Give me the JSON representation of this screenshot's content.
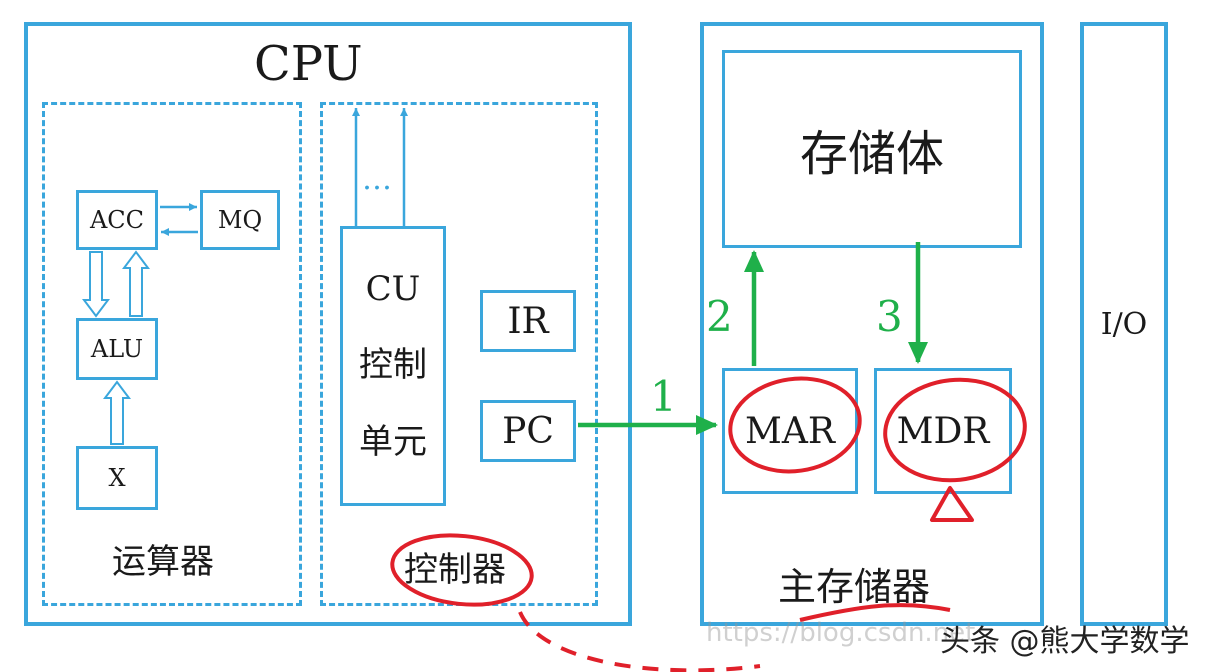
{
  "cpu": {
    "title": "CPU",
    "alu_group": {
      "label": "运算器",
      "acc": "ACC",
      "mq": "MQ",
      "alu": "ALU",
      "x": "X"
    },
    "control_group": {
      "label": "控制器",
      "dots": "…",
      "cu_line1": "CU",
      "cu_line2": "控制",
      "cu_line3": "单元",
      "ir": "IR",
      "pc": "PC"
    }
  },
  "memory": {
    "label": "主存储器",
    "storage": "存储体",
    "mar": "MAR",
    "mdr": "MDR"
  },
  "io": {
    "label": "I/O"
  },
  "arrows": {
    "step1": "1",
    "step2": "2",
    "step3": "3"
  },
  "watermark": "https://blog.csdn.net",
  "credit": "头条 @熊大学数学",
  "colors": {
    "box_border": "#3aa6dc",
    "arrow_green": "#1fb04a",
    "annotation_red": "#e0202a"
  }
}
